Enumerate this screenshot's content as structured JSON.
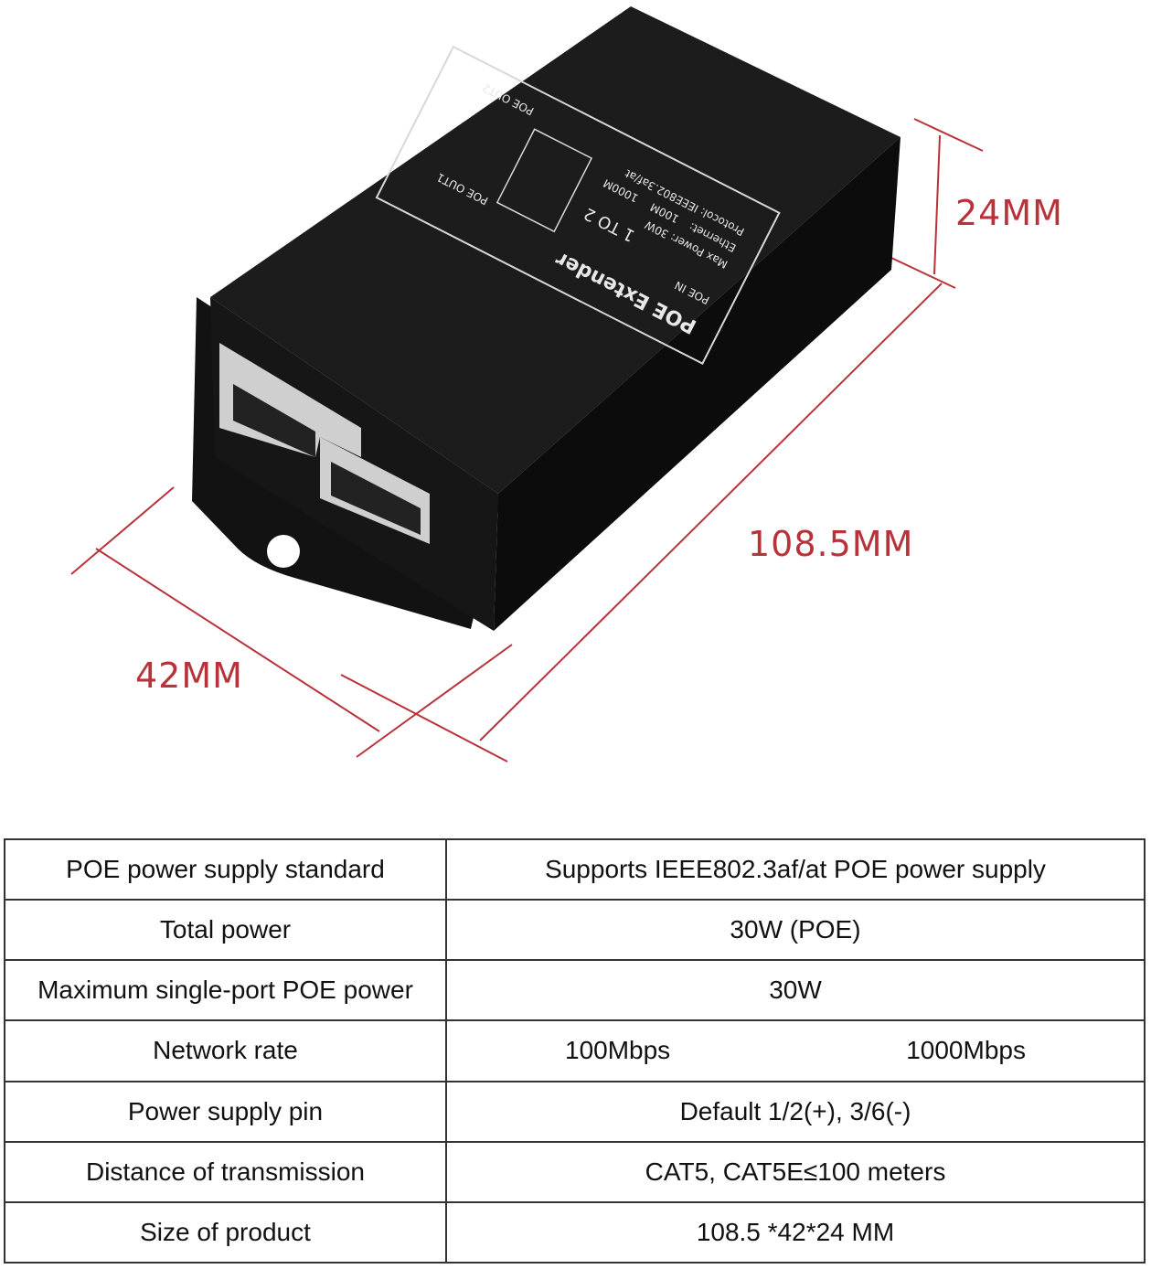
{
  "device": {
    "title": "POE Extender",
    "port_in": "POE IN",
    "ratio": "1 TO 2",
    "max_power": "Max Power: 30W",
    "ethernet_prefix": "Ethernet:",
    "ethernet_100": "100M",
    "ethernet_1000": "1000M",
    "protocol": "Protocol: IEEE802.3af/at",
    "port_out1": "POE OUT1",
    "port_out2": "POE OUT2"
  },
  "dimensions": {
    "height": "24MM",
    "length": "108.5MM",
    "width": "42MM"
  },
  "specs": [
    {
      "label": "POE power supply standard",
      "value": "Supports IEEE802.3af/at POE power supply"
    },
    {
      "label": "Total power",
      "value": "30W (POE)"
    },
    {
      "label": "Maximum single-port POE power",
      "value": "30W"
    },
    {
      "label": "Network rate",
      "values": [
        "100Mbps",
        "1000Mbps"
      ]
    },
    {
      "label": "Power supply pin",
      "value": "Default 1/2(+), 3/6(-)"
    },
    {
      "label": "Distance of transmission",
      "value": "CAT5, CAT5E≤100 meters"
    },
    {
      "label": "Size of product",
      "value": "108.5 *42*24 MM"
    }
  ],
  "colors": {
    "dimension": "#b8323a",
    "device_body": "#141414",
    "border": "#333333"
  }
}
